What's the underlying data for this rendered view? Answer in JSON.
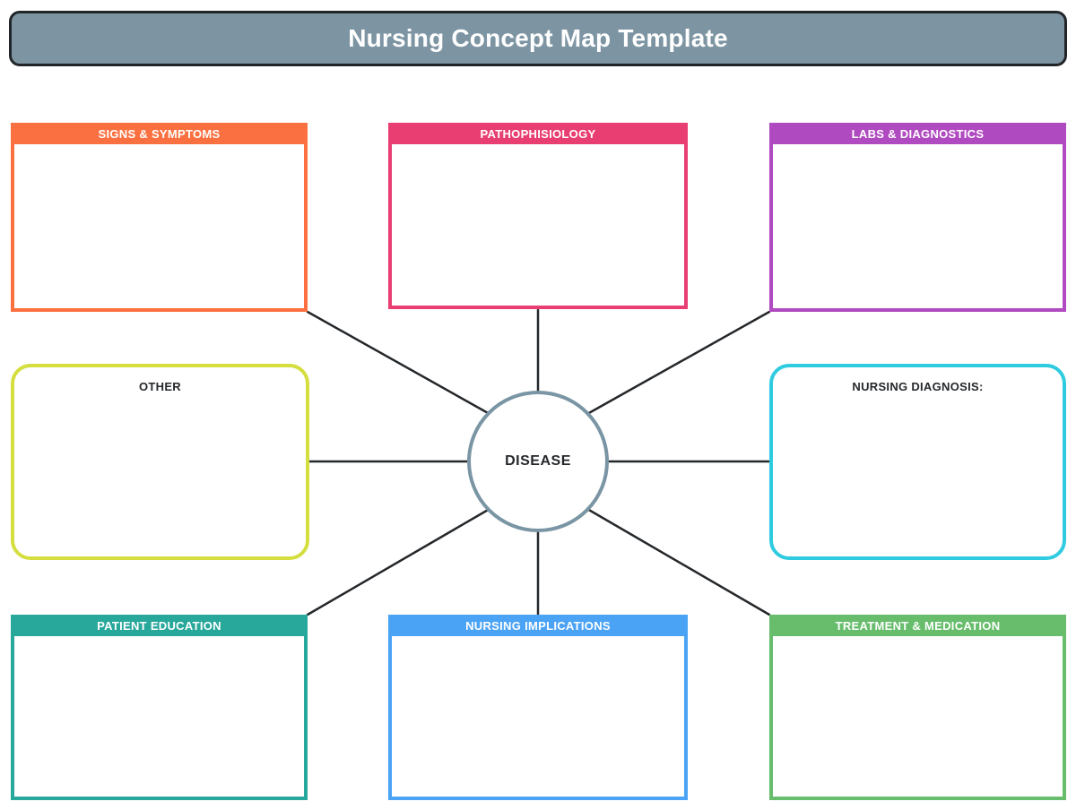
{
  "title": {
    "text": "Nursing Concept Map Template",
    "fill_color": "#7D95A3",
    "border_color": "#222528",
    "text_color": "#FFFFFF"
  },
  "center": {
    "label": "DISEASE",
    "border_color": "#7A95A4"
  },
  "connector_color": "#25282B",
  "nodes": [
    {
      "id": "signs-symptoms",
      "label": "SIGNS & SYMPTOMS",
      "color": "#FB7040",
      "style": "header",
      "position": "top-left"
    },
    {
      "id": "pathophisiology",
      "label": "PATHOPHISIOLOGY",
      "color": "#E83E72",
      "style": "header",
      "position": "top-center"
    },
    {
      "id": "labs-diagnostics",
      "label": "LABS & DIAGNOSTICS",
      "color": "#B04AC0",
      "style": "header",
      "position": "top-right"
    },
    {
      "id": "other",
      "label": "OTHER",
      "color": "#D4DE3E",
      "style": "outline",
      "position": "middle-left"
    },
    {
      "id": "nursing-diagnosis",
      "label": "NURSING DIAGNOSIS:",
      "color": "#2FCBE0",
      "style": "outline",
      "position": "middle-right"
    },
    {
      "id": "patient-education",
      "label": "PATIENT EDUCATION",
      "color": "#28A79B",
      "style": "header",
      "position": "bottom-left"
    },
    {
      "id": "nursing-implications",
      "label": "NURSING IMPLICATIONS",
      "color": "#4BA3F5",
      "style": "header",
      "position": "bottom-center"
    },
    {
      "id": "treatment-medication",
      "label": "TREATMENT & MEDICATION",
      "color": "#67BD6C",
      "style": "header",
      "position": "bottom-right"
    }
  ]
}
